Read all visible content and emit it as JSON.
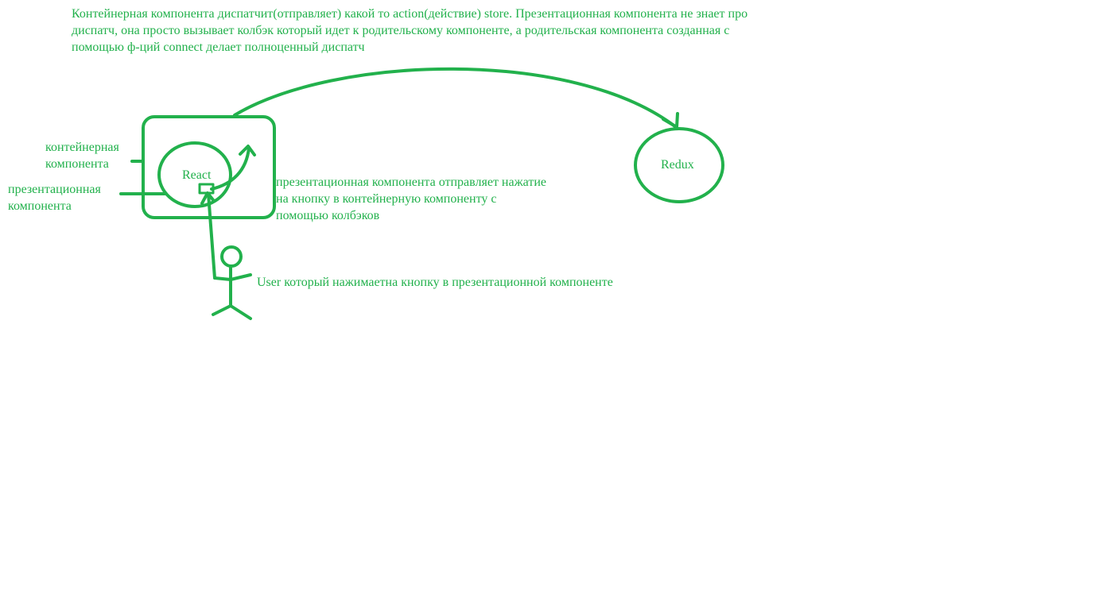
{
  "description": "Контейнерная компонента диспатчит(отправляет) какой то action(действие) store. Презентационная компонента не знает про\nдиспатч, она просто вызывает колбэк который идет к родительскому компоненте, а родительская компонента созданная с\nпомощью ф-ций connect делает полноценный диспатч",
  "labels": {
    "container": "контейнерная\nкомпонента",
    "presentational": "презентационная\nкомпонента",
    "react": "React",
    "redux": "Redux",
    "callback_note": "презентационная компонента отправляет нажатие\nна кнопку в контейнерную компоненту с\nпомощью колбэков",
    "user_note": "User который нажимаетна кнопку в презентационной компоненте"
  },
  "colors": {
    "ink": "#22b14c",
    "background": "#ffffff"
  }
}
